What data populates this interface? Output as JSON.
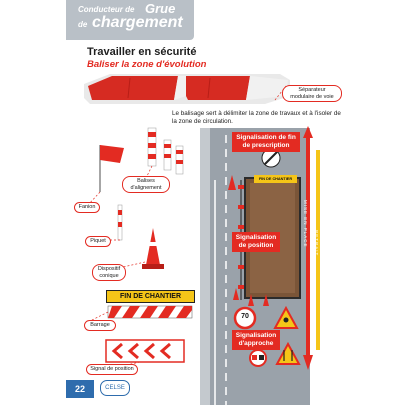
{
  "header": {
    "small": "Conducteur de",
    "grue": "Grue",
    "de": "de",
    "big": "chargement"
  },
  "section": {
    "title": "Travailler en sécurité",
    "subtitle": "Baliser la zone d'évolution"
  },
  "labels": {
    "separateur": "Séparateur modulaire de voie",
    "balises": "Balises d'alignement",
    "fanion": "Fanion",
    "piquet": "Piquet",
    "cone": "Dispositif conique",
    "barrage": "Barrage",
    "signal_position": "Signal de position"
  },
  "description": "Le balisage sert à délimiter la zone de travaux et à l'isoler de la zone de circulation.",
  "signs": {
    "fin_chantier": "FIN DE CHANTIER",
    "road_fin": "FIN DE CHANTIER",
    "speed": "70"
  },
  "boxes": {
    "fin_prescription": "Signalisation de fin de prescription",
    "position": "Signalisation de position",
    "approche": "Signalisation d'approche"
  },
  "vertical": {
    "mise": "MISE EN PLACE",
    "retrait": "RETRAIT"
  },
  "footer": {
    "page": "22",
    "logo": "CELSE"
  },
  "colors": {
    "accent": "#e32b22",
    "header_gray": "#b9c0c7",
    "footer_blue": "#2e6cad",
    "sign_yellow": "#f5c518"
  }
}
